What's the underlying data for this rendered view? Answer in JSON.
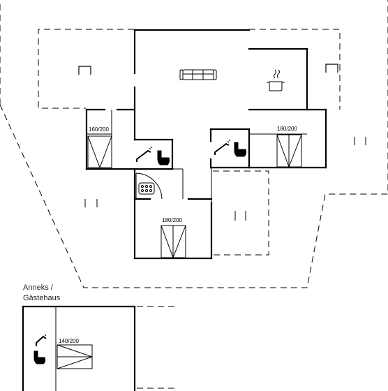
{
  "beds": {
    "bed_1": "160/200",
    "bed_2": "180/200",
    "bed_3": "180/200",
    "bed_4": "140/200"
  },
  "annex": {
    "line1": "Anneks /",
    "line2": "Gästehaus"
  },
  "colors": {
    "wall": "#000000",
    "terrace": "#000000",
    "background": "#ffffff"
  },
  "icons": [
    "sofa-icon",
    "cooking-pot-icon",
    "shower-icon",
    "toilet-icon",
    "sauna-heater-icon",
    "chair-icon"
  ]
}
